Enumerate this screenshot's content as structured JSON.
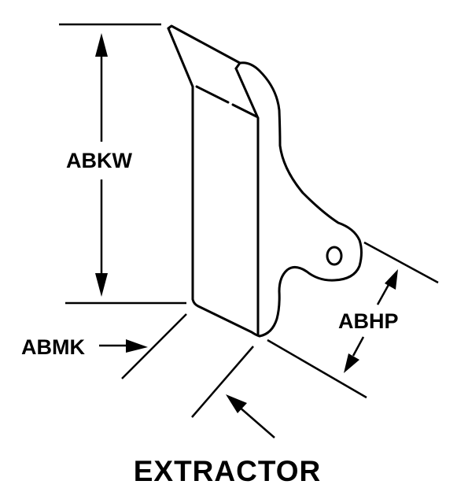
{
  "title": "EXTRACTOR",
  "dimensions": {
    "height_label": "ABKW",
    "thickness_label": "ABMK",
    "hole_offset_label": "ABHP"
  },
  "colors": {
    "ink": "#000000",
    "background": "#ffffff"
  }
}
